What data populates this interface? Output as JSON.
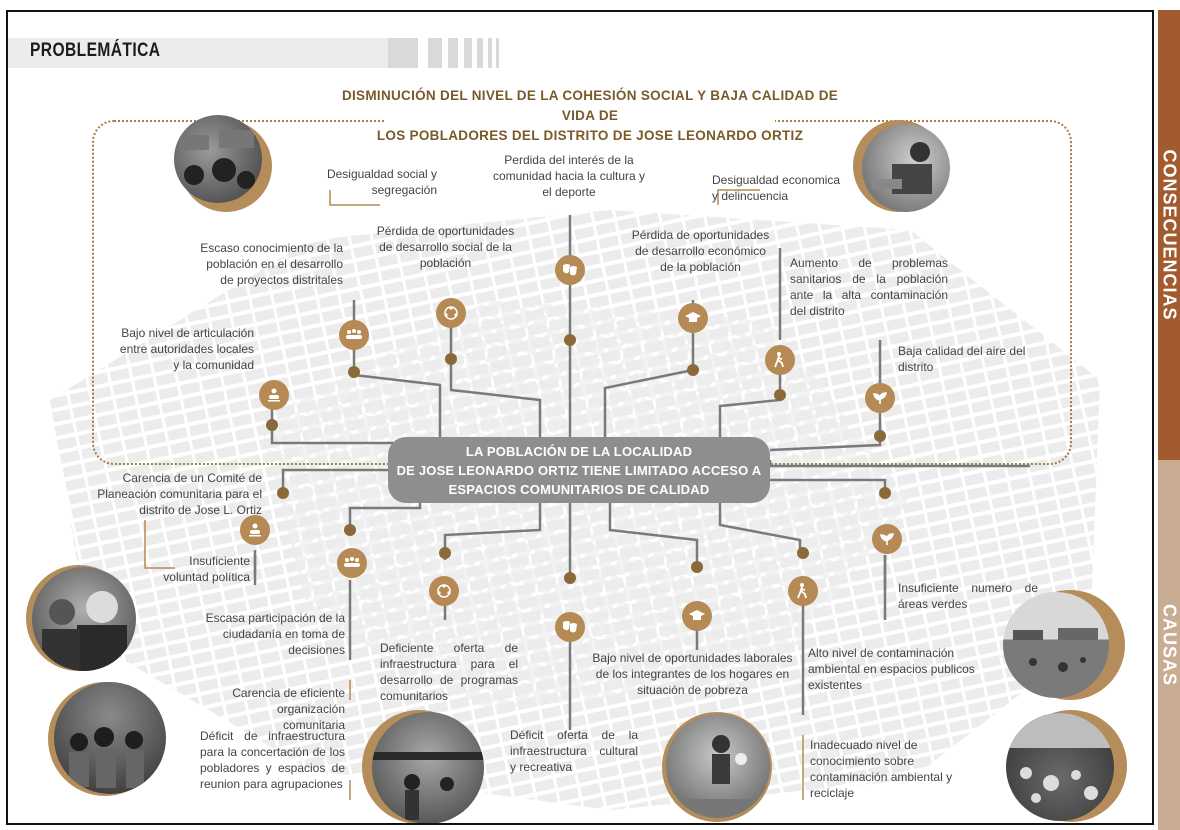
{
  "title": "PROBLEMÁTICA",
  "heading_line1": "DISMINUCIÓN DEL NIVEL DE LA COHESIÓN SOCIAL Y BAJA CALIDAD DE VIDA DE",
  "heading_line2": "LOS POBLADORES DEL DISTRITO DE JOSE LEONARDO ORTIZ",
  "side_tabs": {
    "consequences": "CONSECUENCIAS",
    "causes": "CAUSAS"
  },
  "central_problem": {
    "line1": "LA POBLACIÓN DE LA LOCALIDAD",
    "line2": "DE JOSE LEONARDO ORTIZ TIENE LIMITADO ACCESO A",
    "line3": "ESPACIOS COMUNITARIOS DE CALIDAD"
  },
  "consequences": [
    {
      "icon": "people-network-icon",
      "label": "Bajo nivel de articulación entre autoridades locales y la comunidad"
    },
    {
      "icon": "community-group-icon",
      "label": "Escaso conocimiento de la población en el desarrollo de proyectos distritales"
    },
    {
      "icon": "social-circle-icon",
      "label": "Desigualdad social y segregación"
    },
    {
      "icon": "social-circle-icon",
      "label": "Pérdida de oportunidades de desarrollo social de la población"
    },
    {
      "icon": "theater-masks-icon",
      "label": "Perdida del interés de la comunidad hacia la cultura y el deporte"
    },
    {
      "icon": "graduation-cap-icon",
      "label": "Desigualdad economica y delincuencia"
    },
    {
      "icon": "graduation-cap-icon",
      "label": "Pérdida de oportunidades de desarrollo económico de la población"
    },
    {
      "icon": "walking-person-icon",
      "label": "Aumento de problemas sanitarios de la población ante la alta contaminación del distrito"
    },
    {
      "icon": "leaf-icon",
      "label": "Baja calidad del aire del distrito"
    }
  ],
  "causes": [
    {
      "icon": "people-network-icon",
      "label": "Carencia de un Comité de Planeación comunitaria para el distrito de Jose L. Ortiz"
    },
    {
      "icon": "people-network-icon",
      "label": "Insuficiente voluntad política"
    },
    {
      "icon": "community-group-icon",
      "label": "Escasa participación de la ciudadanía en toma de decisiones"
    },
    {
      "icon": "community-group-icon",
      "label": "Carencia de eficiente organización comunitaria"
    },
    {
      "icon": "community-group-icon",
      "label": "Déficit de infraestructura para la concertación de los pobladores y espacios de reunion para agrupaciones"
    },
    {
      "icon": "social-circle-icon",
      "label": "Deficiente oferta de infraestructura para el desarrollo de programas comunitarios"
    },
    {
      "icon": "theater-masks-icon",
      "label": "Déficit oferta de la infraestructura cultural y recreativa"
    },
    {
      "icon": "graduation-cap-icon",
      "label": "Bajo nivel de oportunidades laborales de los integrantes de los hogares en situación de pobreza"
    },
    {
      "icon": "walking-person-icon",
      "label": "Alto nivel de contaminación ambiental en espacios publicos existentes"
    },
    {
      "icon": "walking-person-icon",
      "label": "Inadecuado nivel de conocimiento sobre contaminación ambiental y reciclaje"
    },
    {
      "icon": "leaf-icon",
      "label": "Insuficiente numero de áreas verdes"
    }
  ],
  "colors": {
    "accent_brown": "#b68a55",
    "dot_brown": "#8b6a3a",
    "consequences_tab": "#a35a2f",
    "causes_tab": "#c9ad93",
    "central_box": "#8e8e8e",
    "heading_text": "#7a5a2a"
  }
}
